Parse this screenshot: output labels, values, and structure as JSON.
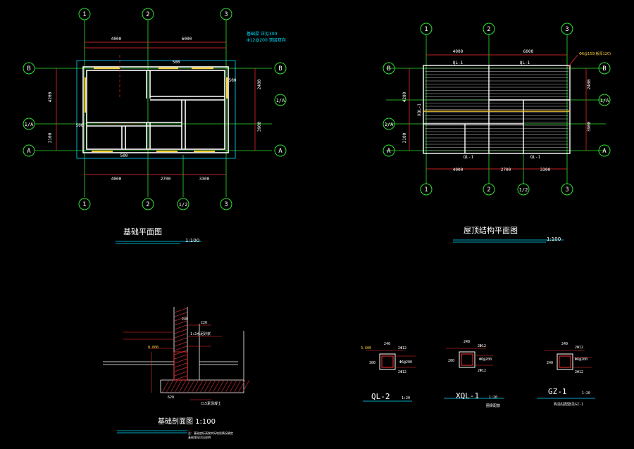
{
  "colors": {
    "bg": "#000000",
    "grid": "#2fe32f",
    "dim": "#ff2e2e",
    "wall": "#ffffff",
    "cyan": "#00e0ff",
    "yellow": "#ffd23c",
    "hatch": "#c83030",
    "text": "#ffffff"
  },
  "plan1": {
    "title": "基础平面图",
    "scale": "1:100",
    "top_axes": [
      "1",
      "2",
      "3"
    ],
    "bottom_axes": [
      "1",
      "2",
      "1/2",
      "3"
    ],
    "left_axes": [
      "B",
      "1/A",
      "A"
    ],
    "right_axes": [
      "B",
      "1/A",
      "A"
    ],
    "top_dims": [
      "4000",
      "6000"
    ],
    "bottom_dims": [
      "4000",
      "2700",
      "3300"
    ],
    "left_dims": [
      "4200",
      "2100"
    ],
    "right_dims": [
      "2400",
      "3900"
    ],
    "note_line1": "基础梁 详见300",
    "note_line2": "Φ12@200 双层双向",
    "marks": [
      "500",
      "500",
      "500",
      "500"
    ]
  },
  "plan2": {
    "title": "屋顶结构平面图",
    "scale": "1:100",
    "top_axes": [
      "1",
      "2",
      "3"
    ],
    "bottom_axes": [
      "1",
      "2",
      "1/2",
      "3"
    ],
    "left_axes": [
      "B",
      "1/A",
      "A"
    ],
    "right_axes": [
      "B",
      "1/A",
      "A"
    ],
    "top_dims": [
      "4000",
      "6000"
    ],
    "bottom_dims": [
      "4000",
      "2700",
      "3300"
    ],
    "left_dims": [
      "4200",
      "2100"
    ],
    "right_dims": [
      "2400",
      "3900"
    ],
    "beam_labels": [
      "QL-1",
      "QL-1",
      "QL-1",
      "QL-1",
      "XQL-1"
    ],
    "note": "Φ6@150(板厚120)"
  },
  "section": {
    "title": "基础剖面图 1:100",
    "notes": [
      "240",
      "0.000",
      "C20",
      "1:2水泥砂浆",
      "620",
      "C15素混凝土"
    ],
    "footnote1": "注：基础底标高按实际地质情况确定",
    "footnote2": "基础埋深详见说明"
  },
  "details": [
    {
      "title": "QL-2",
      "scale": "1:20",
      "dims": [
        "240",
        "300"
      ],
      "rebar": [
        "2Φ12",
        "2Φ12",
        "Φ6@200"
      ]
    },
    {
      "title": "XQL-1",
      "scale": "1:20",
      "dims": [
        "240",
        "200"
      ],
      "rebar": [
        "2Φ12",
        "2Φ12",
        "Φ6@200"
      ],
      "note": "圈梁配筋"
    },
    {
      "title": "GZ-1",
      "scale": "1:20",
      "dims": [
        "240",
        "240"
      ],
      "rebar": [
        "2Φ12",
        "2Φ12",
        "Φ6@200"
      ],
      "note": "构造柱配筋见GZ-1"
    }
  ],
  "elev_mark": "3.600"
}
